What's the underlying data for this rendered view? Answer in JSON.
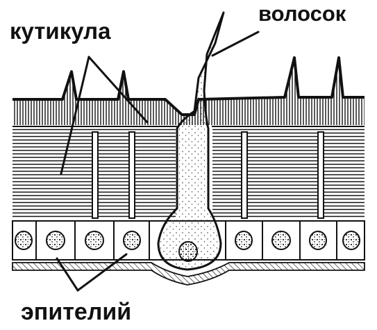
{
  "labels": {
    "cuticle": "кутикула",
    "hair": "волосок",
    "epithelium": "эпителий"
  },
  "colors": {
    "ink": "#111111",
    "paper": "#ffffff"
  }
}
